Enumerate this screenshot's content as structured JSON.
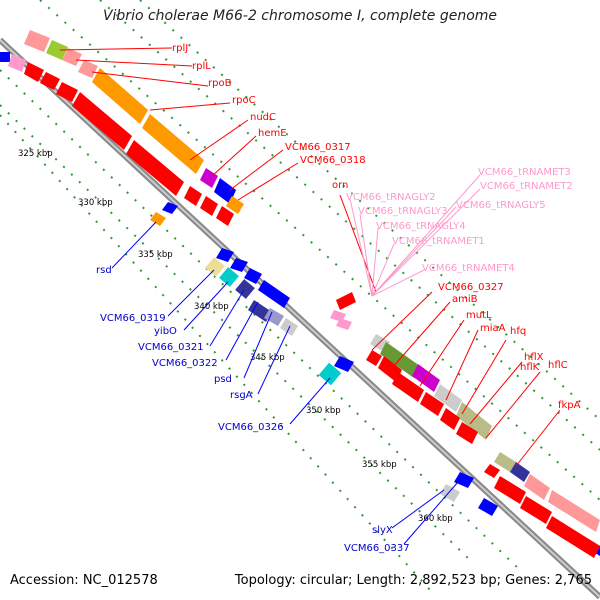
{
  "title": "Vibrio cholerae M66-2 chromosome I, complete genome",
  "footer": {
    "accession": "Accession: NC_012578",
    "stats": "Topology: circular; Length: 2,892,523 bp; Genes: 2,765"
  },
  "kbp_labels": [
    "325 kbp",
    "330 kbp",
    "335 kbp",
    "340 kbp",
    "345 kbp",
    "350 kbp",
    "355 kbp",
    "360 kbp"
  ],
  "colors": {
    "forward_gene": "#ff0000",
    "reverse_gene": "#0000ff",
    "trna": "#ff99cc",
    "backbone": "#999999",
    "dots": "#339933",
    "rpoC_cog": "#ff9900"
  },
  "gene_labels": {
    "red": [
      "rplJ",
      "rplL",
      "rpoB",
      "rpoC",
      "nudC",
      "hemE",
      "VCM66_0317",
      "VCM66_0318",
      "orn",
      "VCM66_0327",
      "amiB",
      "mutL",
      "miaA",
      "hfq",
      "hflX",
      "hflK",
      "hflC",
      "fkpA"
    ],
    "pink": [
      "VCM66_tRNAMET3",
      "VCM66_tRNAMET2",
      "VCM66_tRNAGLY2",
      "VCM66_tRNAGLY3",
      "VCM66_tRNAGLY5",
      "VCM66_tRNAGLY4",
      "VCM66_tRNAMET1",
      "VCM66_tRNAMET4"
    ],
    "blue": [
      "rsd",
      "VCM66_0319",
      "yibO",
      "VCM66_0321",
      "VCM66_0322",
      "psd",
      "rsgA",
      "VCM66_0326",
      "slyX",
      "VCM66_0337"
    ]
  }
}
